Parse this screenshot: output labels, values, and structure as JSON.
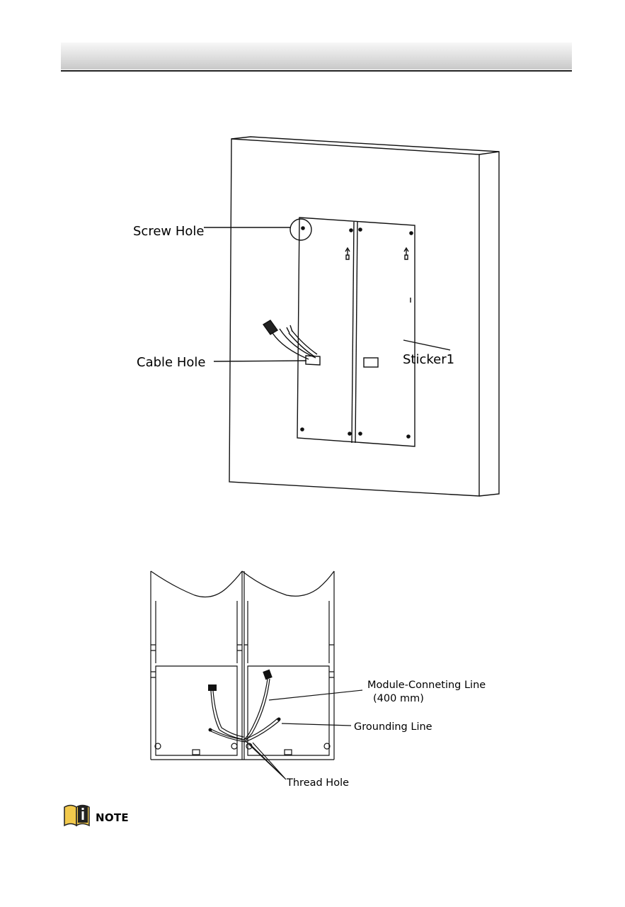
{
  "figure1": {
    "labels": {
      "screw_hole": "Screw Hole",
      "cable_hole": "Cable Hole",
      "sticker": "Sticker1"
    }
  },
  "figure2": {
    "labels": {
      "module_line": "Module-Conneting Line",
      "module_line_length": "(400 mm)",
      "grounding_line": "Grounding Line",
      "thread_hole": "Thread Hole"
    }
  },
  "note": {
    "label": "NOTE",
    "icon": "info-book-icon"
  }
}
